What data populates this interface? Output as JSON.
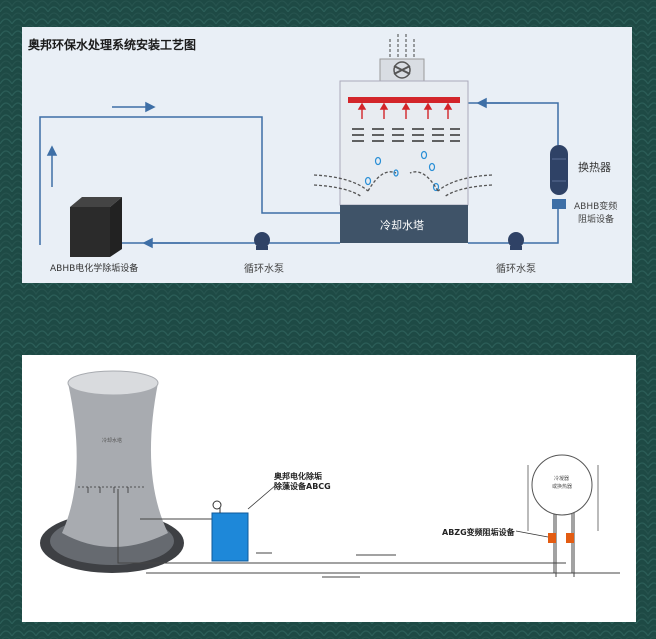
{
  "colors": {
    "background": "#1e4a45",
    "panel_top": "#e9eff6",
    "pipe": "#3e6fa6",
    "tower_body": "#3f5368",
    "tower_top": "#e8ecf1",
    "heat_red": "#d3252a",
    "device_blue": "#1e88d9"
  },
  "top": {
    "title": "奥邦环保水处理系统安装工艺图",
    "cooling_tower_label": "冷却水塔",
    "heat_exchanger_label": "换热器",
    "abhb_inverter_label_1": "ABHB变频",
    "abhb_inverter_label_2": "阻垢设备",
    "abhb_chemical_label": "ABHB电化学除垢设备",
    "pump_left_label": "循环水泵",
    "pump_right_label": "循环水泵"
  },
  "bottom": {
    "cooling_tower_label": "冷却水塔",
    "device_label_1": "奥邦电化除垢",
    "device_label_2": "除藻设备ABCG",
    "inverter_label": "ABZG变频阻垢设备",
    "exchanger_label_1": "冷凝器",
    "exchanger_label_2": "或换热器"
  }
}
